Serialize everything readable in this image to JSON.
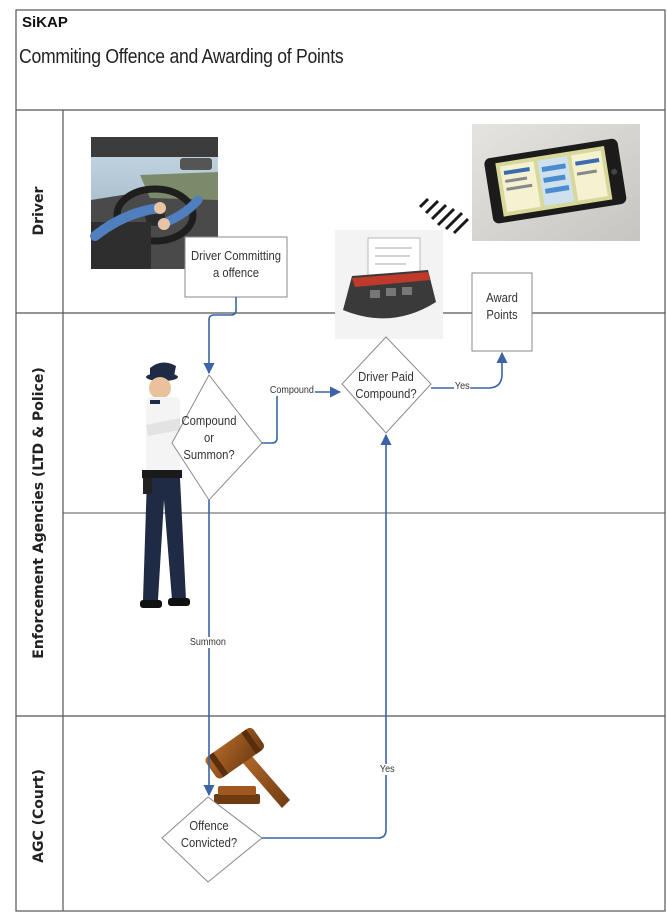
{
  "header": {
    "app_name": "SiKAP",
    "title": "Commiting  Offence and Awarding of  Points"
  },
  "lanes": {
    "driver": "Driver",
    "enforcement": "Enforcement Agencies (LTD & Police)",
    "court": "AGC (Court)"
  },
  "nodes": {
    "driver_committing": [
      "Driver Committing",
      "a offence"
    ],
    "compound_or_summon": [
      "Compound",
      "or",
      "Summon?"
    ],
    "driver_paid": [
      "Driver Paid",
      "Compound?"
    ],
    "award_points": [
      "Award",
      "Points"
    ],
    "offence_convicted": [
      "Offence",
      "Convicted?"
    ]
  },
  "edges": {
    "compound": "Compound",
    "yes_paid": "Yes",
    "summon": "Summon",
    "yes_convicted": "Yes"
  },
  "colors": {
    "arrow": "#3b63a8",
    "lane_line": "#555555",
    "node_border": "#8a8a8a"
  },
  "icons": [
    "car-interior-photo",
    "tablet-photo",
    "card-reader-photo",
    "police-officer-icon",
    "judge-gavel-icon"
  ]
}
